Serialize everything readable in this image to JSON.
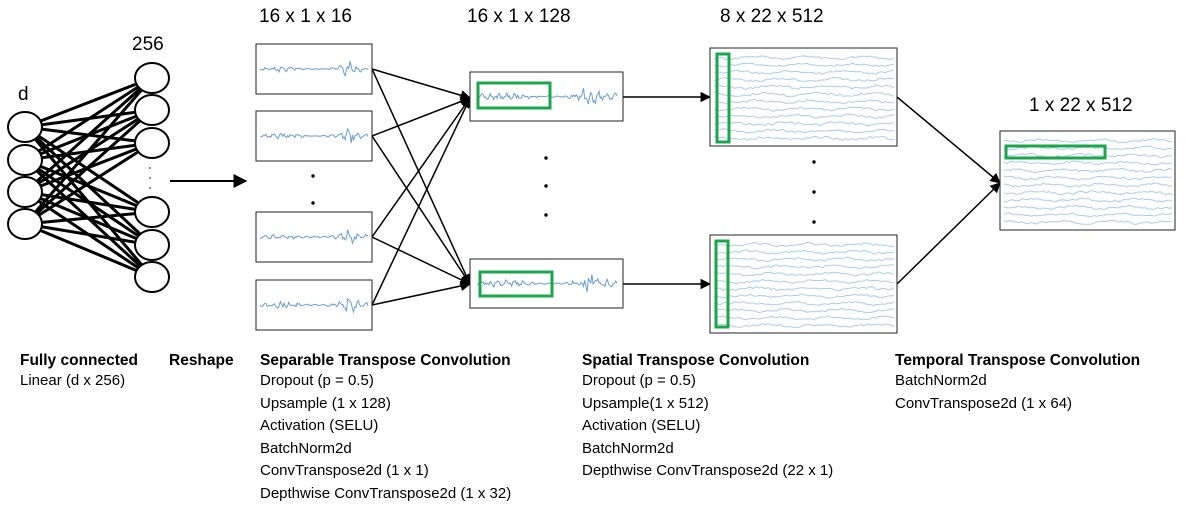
{
  "input_label": "d",
  "hidden_label": "256",
  "stage_dims": {
    "separable": "16 x 1 x 16",
    "after_separable": "16 x 1 x 128",
    "spatial": "8 x 22 x 512",
    "output": "1 x 22 x 512"
  },
  "ellipsis_glyph": ".",
  "sections": {
    "fc": {
      "title": "Fully connected",
      "lines": [
        "Linear (d x 256)"
      ]
    },
    "reshape": {
      "title": "Reshape"
    },
    "separable": {
      "title": "Separable Transpose Convolution",
      "lines": [
        "Dropout (p = 0.5)",
        "Upsample (1 x 128)",
        "Activation (SELU)",
        "BatchNorm2d",
        "ConvTranspose2d (1 x 1)",
        "Depthwise ConvTranspose2d (1 x 32)"
      ]
    },
    "spatial": {
      "title": "Spatial Transpose  Convolution",
      "lines": [
        "Dropout (p = 0.5)",
        "Upsample(1 x 512)",
        "Activation (SELU)",
        "BatchNorm2d",
        "Depthwise ConvTranspose2d (22 x 1)"
      ]
    },
    "temporal": {
      "title": "Temporal Transpose Convolution",
      "lines": [
        "BatchNorm2d",
        "ConvTranspose2d (1 x 64)"
      ]
    }
  },
  "colors": {
    "signal": "#6a9fcf",
    "eeg": "#a9cdea",
    "highlight": "#1aa64a",
    "line": "#000000"
  }
}
